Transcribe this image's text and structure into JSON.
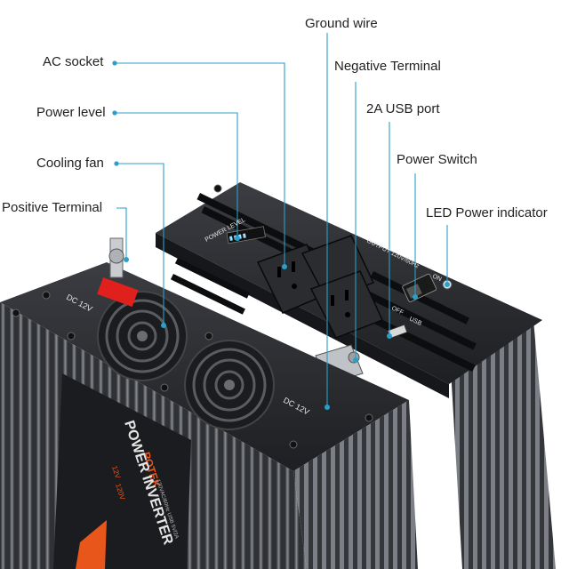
{
  "callouts": {
    "ground_wire": "Ground wire",
    "ac_socket": "AC socket",
    "negative_terminal": "Negative Terminal",
    "power_level": "Power level",
    "usb_port": "2A USB port",
    "cooling_fan": "Cooling fan",
    "power_switch": "Power Switch",
    "positive_terminal": "Positive Terminal",
    "led_indicator": "LED Power indicator"
  },
  "device": {
    "top_panel_label": "POWER LEVEL",
    "output_label": "OUTPUT 120V/60Hz",
    "on_label": "ON",
    "off_label": "OFF",
    "usb_label": "USB",
    "dc_label_left": "DC 12V",
    "dc_label_right": "DC 12V",
    "brand": "POTEK",
    "product": "POWER INVERTER",
    "voltage_badge": "12V",
    "output_badge": "120V",
    "spec_line": "120VAC/60Hz USB 5V/2A"
  },
  "colors": {
    "leader": "#2a9fc9",
    "body_dark": "#2b2d31",
    "fin": "#55585d",
    "accent_orange": "#e8561c",
    "positive_red": "#e0201c"
  }
}
